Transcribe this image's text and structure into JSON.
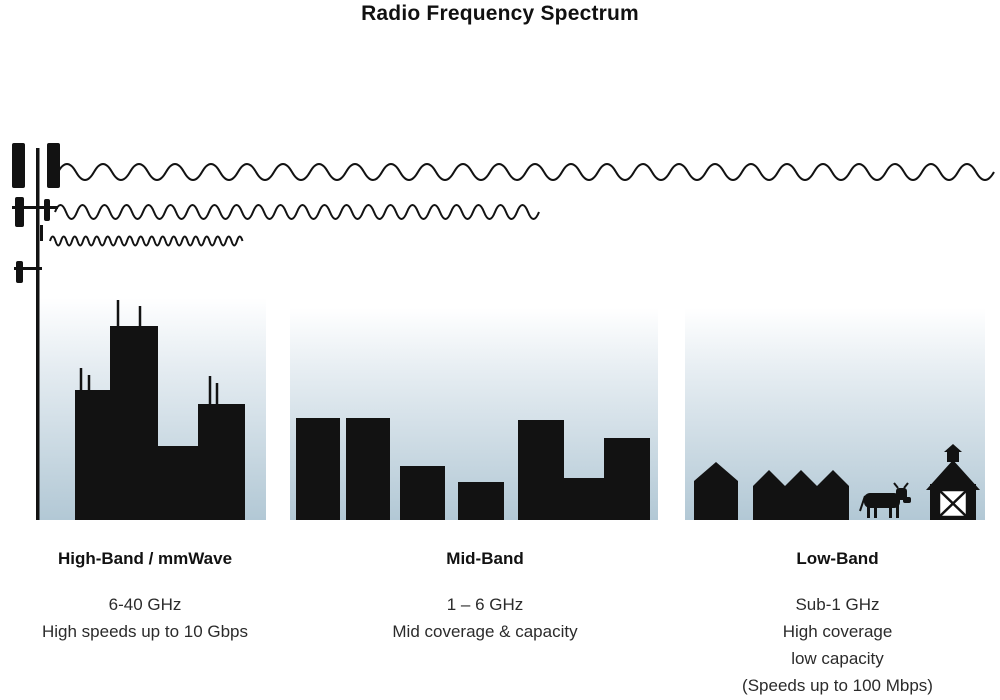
{
  "title": "Radio Frequency Spectrum",
  "bands": {
    "high": {
      "name": "High-Band / mmWave",
      "lines": [
        "6-40 GHz",
        "High speeds up to 10 Gbps"
      ]
    },
    "mid": {
      "name": "Mid-Band",
      "lines": [
        "1 – 6 GHz",
        "Mid coverage & capacity"
      ]
    },
    "low": {
      "name": "Low-Band",
      "lines": [
        "Sub-1 GHz",
        "High coverage",
        "low capacity",
        "(Speeds up to 100 Mbps)"
      ]
    }
  },
  "colors": {
    "silhouette": "#121212",
    "gradient_top": "#ffffff",
    "gradient_bottom": "#b2c8d5"
  }
}
